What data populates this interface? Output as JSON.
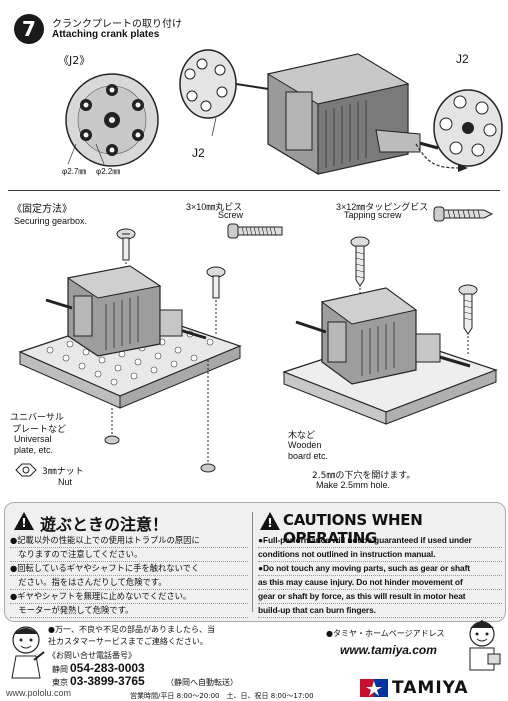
{
  "step": {
    "number": "7",
    "title_jp": "クランクプレートの取り付け",
    "title_en": "Attaching crank plates"
  },
  "j2_box": {
    "label": "《J2》",
    "hole1": "φ2.7㎜",
    "hole2": "φ2.2㎜"
  },
  "j2_labels": {
    "left": "J2",
    "right": "J2"
  },
  "securing": {
    "title_jp": "《固定方法》",
    "title_en": "Securing gearbox.",
    "screw1_jp": "3×10㎜丸ビス",
    "screw1_en": "Screw",
    "screw2_jp": "3×12㎜タッピングビス",
    "screw2_en": "Tapping screw",
    "universal_jp1": "ユニバーサル",
    "universal_jp2": "プレートなど",
    "universal_en1": "Universal",
    "universal_en2": "plate, etc.",
    "nut_jp": "3㎜ナット",
    "nut_en": "Nut",
    "wood_jp": "木など",
    "wood_en1": "Wooden",
    "wood_en2": "board etc.",
    "hole_jp": "2.5㎜の下穴を開けます。",
    "hole_en": "Make 2.5mm hole."
  },
  "cautions": {
    "title_jp": "遊ぶときの注意！",
    "title_en": "CAUTIONS WHEN OPERATING",
    "jp_lines": [
      "●記載以外の性能以上での使用はトラブルの原因に",
      "　なりますので注意してください。",
      "●回転しているギヤやシャフトに手を触れないでく",
      "　ださい。指をはさんだりして危険です。",
      "●ギヤやシャフトを無理に止めないでください。",
      "　モーターが発熱して危険です。"
    ],
    "en_lines": [
      "●Full-performance will not be guaranteed if used under",
      "conditions not outlined in instruction manual.",
      "●Do not touch any moving parts, such as gear or shaft",
      "as this may cause injury. Do not hinder movement of",
      "gear or shaft by force, as this will result in motor heat",
      "build-up that can burn fingers."
    ]
  },
  "footer": {
    "notice1": "●万一、不良や不足の部品がありましたら、当",
    "notice2": "社カスタマーサービスまでご連絡ください。",
    "contact_title": "《お問い合せ電話番号》",
    "city1": "静岡",
    "phone1": "054-283-0003",
    "city2": "東京",
    "phone2": "03-3899-3765",
    "phone2_note": "（静岡へ自動転送）",
    "hours": "営業時間/平日 8:00〜20:00　土、日、祝日 8:00〜17:00",
    "homepage_jp": "●タミヤ・ホームページアドレス",
    "homepage_url": "www.tamiya.com",
    "brand": "TAMIYA",
    "watermark": "www.pololu.com"
  }
}
